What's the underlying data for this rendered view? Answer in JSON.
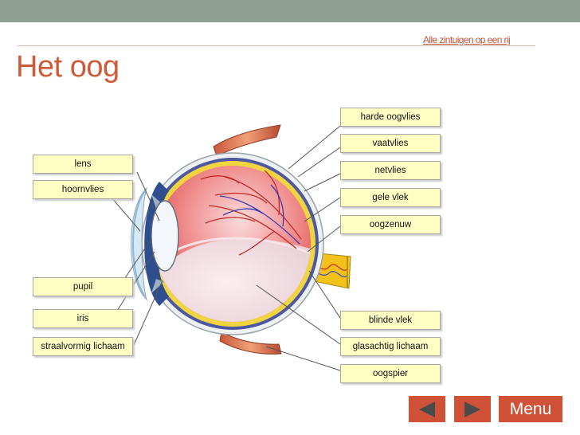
{
  "header": {
    "top_link": "Alle zintuigen op een rij",
    "title": "Het oog"
  },
  "diagram": {
    "left_labels": [
      "lens",
      "hoornvlies",
      "pupil",
      "iris",
      "straalvormig lichaam"
    ],
    "right_labels": [
      "harde oogvlies",
      "vaatvlies",
      "netvlies",
      "gele vlek",
      "oogzenuw",
      "blinde vlek",
      "glasachtig lichaam",
      "oogspier"
    ]
  },
  "nav": {
    "menu_label": "Menu",
    "prev_icon": "triangle-left-icon",
    "next_icon": "triangle-right-icon"
  },
  "colors": {
    "accent": "#cf5238",
    "topbar": "#8e9e93",
    "label_fill": "#ffffc4"
  }
}
